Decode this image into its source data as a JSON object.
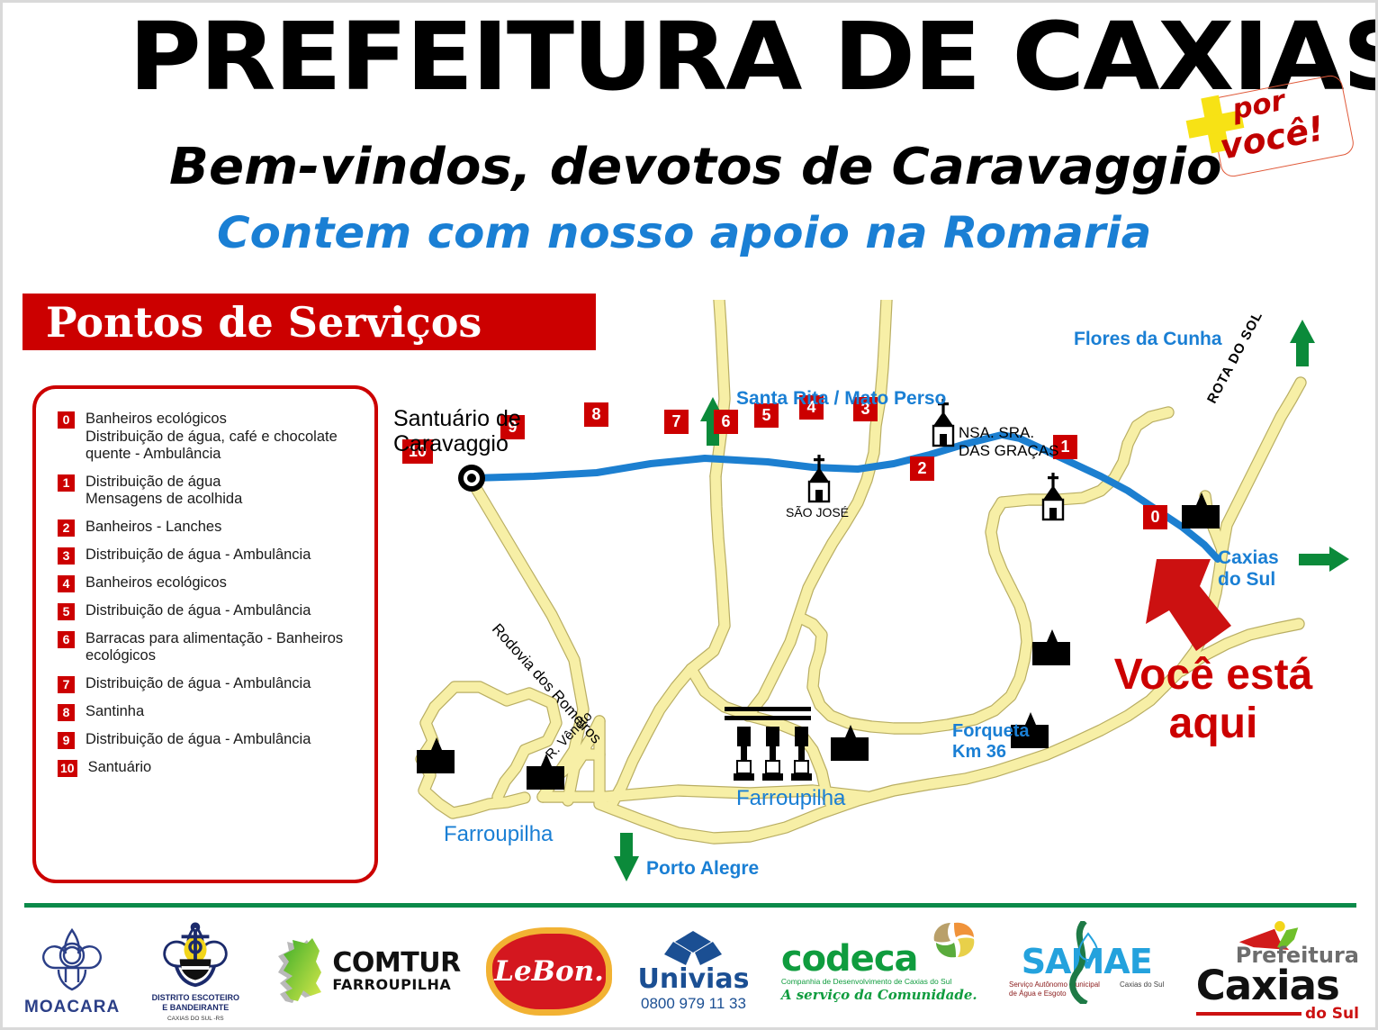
{
  "header": {
    "title": "PREFEITURA DE CAXIAS",
    "subtitle1": "Bem-vindos, devotos de Caravaggio",
    "subtitle2": "Contem com nosso apoio na Romaria",
    "stamp_line1": "por",
    "stamp_line2": "você!",
    "colors": {
      "title": "#000000",
      "subtitle2": "#1a7fd4",
      "stamp_plus": "#f7e215",
      "stamp_text": "#c00000"
    }
  },
  "section": {
    "title": "Pontos de Serviços",
    "bar_color": "#cc0000"
  },
  "legend": {
    "border_color": "#cc0000",
    "items": [
      {
        "num": "0",
        "text": "Banheiros ecológicos\nDistribuição de água, café e chocolate\nquente - Ambulância"
      },
      {
        "num": "1",
        "text": "Distribuição de água\nMensagens de acolhida"
      },
      {
        "num": "2",
        "text": "Banheiros - Lanches"
      },
      {
        "num": "3",
        "text": "Distribuição de água - Ambulância"
      },
      {
        "num": "4",
        "text": "Banheiros ecológicos"
      },
      {
        "num": "5",
        "text": "Distribuição de água - Ambulância"
      },
      {
        "num": "6",
        "text": "Barracas para alimentação - Banheiros\necológicos"
      },
      {
        "num": "7",
        "text": "Distribuição de água - Ambulância"
      },
      {
        "num": "8",
        "text": "Santinha"
      },
      {
        "num": "9",
        "text": "Distribuição de água - Ambulância"
      },
      {
        "num": "10",
        "text": "Santuário"
      }
    ]
  },
  "map": {
    "markers": [
      {
        "num": "10"
      },
      {
        "num": "9"
      },
      {
        "num": "8"
      },
      {
        "num": "7"
      },
      {
        "num": "6"
      },
      {
        "num": "5"
      },
      {
        "num": "4"
      },
      {
        "num": "3"
      },
      {
        "num": "2"
      },
      {
        "num": "1"
      },
      {
        "num": "0"
      }
    ],
    "labels": {
      "sanctuary": "Santuário de\nCaravaggio",
      "flores_da_cunha": "Flores da Cunha",
      "santa_rita": "Santa Rita / Mato Perso",
      "caxias_do_sul": "Caxias\ndo Sul",
      "porto_alegre": "Porto Alegre",
      "farroupilha_left": "Farroupilha",
      "farroupilha_right": "Farroupilha",
      "forqueta": "Forqueta\nKm 36",
      "chapel_gracas": "NSA. SRA.\nDAS GRAÇAS",
      "chapel_sao_jose": "SÃO JOSÉ",
      "road_rota_do_sol": "ROTA DO SOL",
      "road_romeiros": "Rodovia dos Romeiros",
      "road_veneto": "R. Vêneto"
    },
    "you_are_here": "Você está\naqui",
    "colors": {
      "road": "#f5eda0",
      "road_edge": "#b9ae63",
      "river": "#1c7fd0",
      "arrow_green": "#0b8a3a",
      "arrow_red": "#cc1111",
      "label_blue": "#1a7fd4",
      "marker": "#cc0000"
    }
  },
  "footer": {
    "divider_color": "#0b8a4a",
    "logos": [
      {
        "name": "MOACARA",
        "caption": "MOACARA"
      },
      {
        "name": "Distrito Escoteiro e Bandeirante",
        "caption": "DISTRITO ESCOTEIRO\nE BANDEIRANTE",
        "caption2": "CAXIAS DO SUL -RS"
      },
      {
        "name": "COMTUR Farroupilha",
        "caption": "COMTUR",
        "caption2": "FARROUPILHA"
      },
      {
        "name": "LeBon",
        "caption": "LeBon."
      },
      {
        "name": "Univias",
        "caption": "Univias",
        "caption2": "0800 979 11 33"
      },
      {
        "name": "Codeca",
        "caption": "codeca",
        "caption2": "Companhia de Desenvolvimento de Caxias do Sul",
        "caption3": "A serviço da Comunidade."
      },
      {
        "name": "SAMAE",
        "caption": "SAMAE",
        "caption2": "Serviço Autônomo Municipal\nde Água e Esgoto",
        "caption3": "Caxias do Sul"
      },
      {
        "name": "Prefeitura Caxias do Sul",
        "caption": "Prefeitura",
        "caption2": "Caxias",
        "caption3": "do Sul"
      }
    ]
  }
}
